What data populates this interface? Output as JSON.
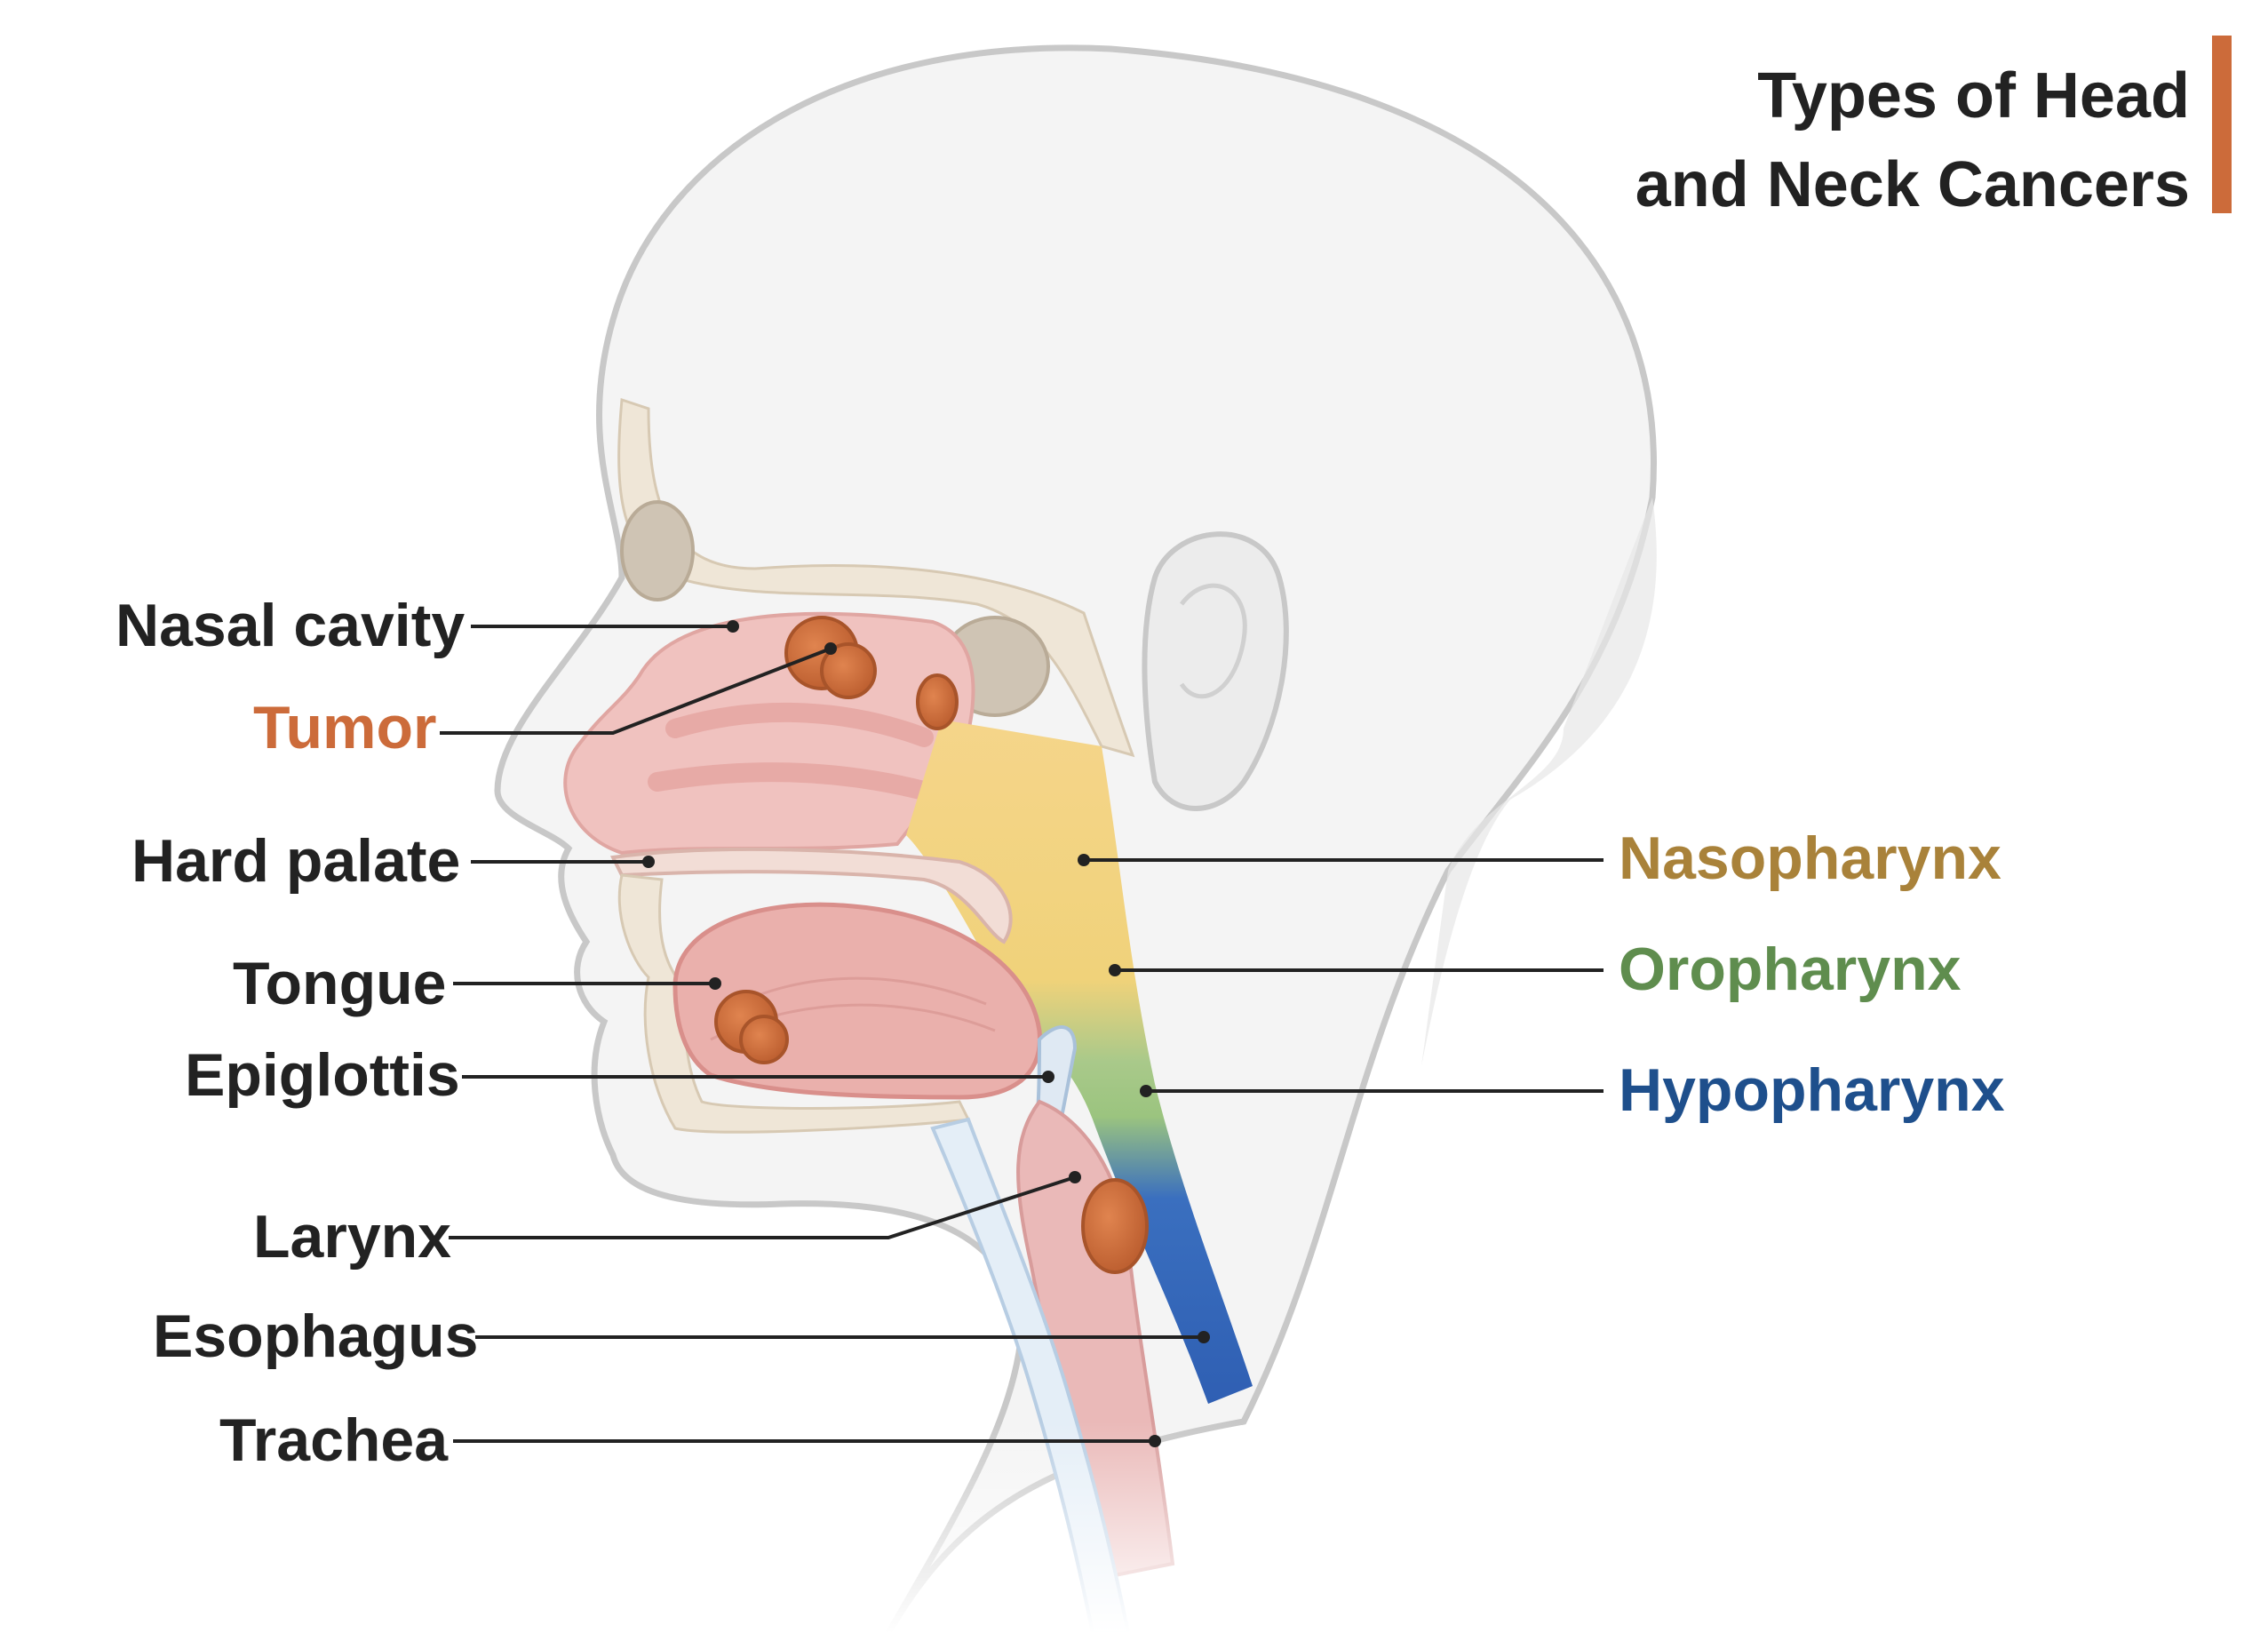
{
  "title": {
    "line1": "Types of Head",
    "line2": "and Neck Cancers"
  },
  "labels": {
    "nasal_cavity": "Nasal cavity",
    "tumor": "Tumor",
    "hard_palate": "Hard palate",
    "tongue": "Tongue",
    "epiglottis": "Epiglottis",
    "larynx": "Larynx",
    "esophagus": "Esophagus",
    "trachea": "Trachea",
    "nasopharynx": "Nasopharynx",
    "oropharynx": "Oropharynx",
    "hypopharynx": "Hypopharynx"
  },
  "colors": {
    "accent": "#cc6b3a",
    "tumor": "#cc6b3a",
    "nasopharynx": "#a9823a",
    "oropharynx": "#5f8d4e",
    "hypopharynx": "#1e4f8c",
    "label_text": "#222222"
  }
}
